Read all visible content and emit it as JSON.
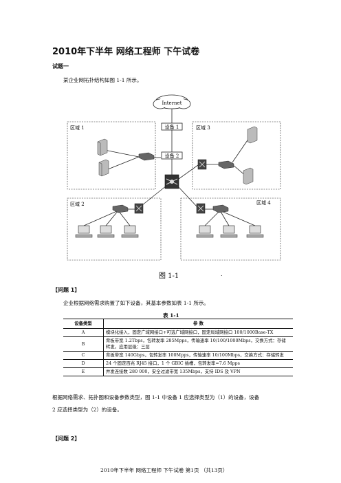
{
  "doc": {
    "title": "2010年下半年  网络工程师  下午试卷",
    "question_heading": "试题一",
    "intro": "某企业网拓扑结构如图 1-1 所示。"
  },
  "figure": {
    "cloud_label": "Internet",
    "device1_label": "设备 1",
    "device2_label": "设备 2",
    "area1_label": "区域 1",
    "area2_label": "区域 2",
    "area3_label": "区域 3",
    "area4_label": "区域 4",
    "caption": "图 1-1",
    "dot": "."
  },
  "q1": {
    "heading": "【问题 1】",
    "text": "企业根据网络需求购置了如下设备，其基本参数如表 1-1 所示。",
    "table_caption": "表 1-1",
    "columns": [
      "设备类型",
      "参      数"
    ],
    "rows": [
      {
        "type": "A",
        "lines": [
          "模块化接入，固定广域网接口+可选广域网接口，固定局域网接口 100/1000Base-TX"
        ]
      },
      {
        "type": "B",
        "lines": [
          "背板带宽 1.2Tbps，包转发率 285Mpps，传输速率 10/100/1000Mbps，交换方式：存储",
          "转发，应用层级：三层"
        ]
      },
      {
        "type": "C",
        "lines": [
          "背板带宽 140Gbps，包转发率 100Mpps，传输速率 10/100Mbps，交换方式：存储转发"
        ]
      },
      {
        "type": "D",
        "lines": [
          "24 个固定百兆 RJ45 接口，1 个 GBIC 插槽，包转发率=7.6 Mpps"
        ]
      },
      {
        "type": "E",
        "lines": [
          "并发连接数 280 000，安全过滤带宽 135Mbps，支持 IDS 及 VPN"
        ]
      }
    ],
    "after_line1": "根据网络需求、拓扑图和设备参数类型，图 1-1 中设备 1 应选择类型为（1）的设备，设备",
    "after_line2": "2 应选择类型为（2）的设备。"
  },
  "q2": {
    "heading": "【问题 2】"
  },
  "footer": "2010年下半年  网络工程师  下午试卷  第1页  （共13页）"
}
